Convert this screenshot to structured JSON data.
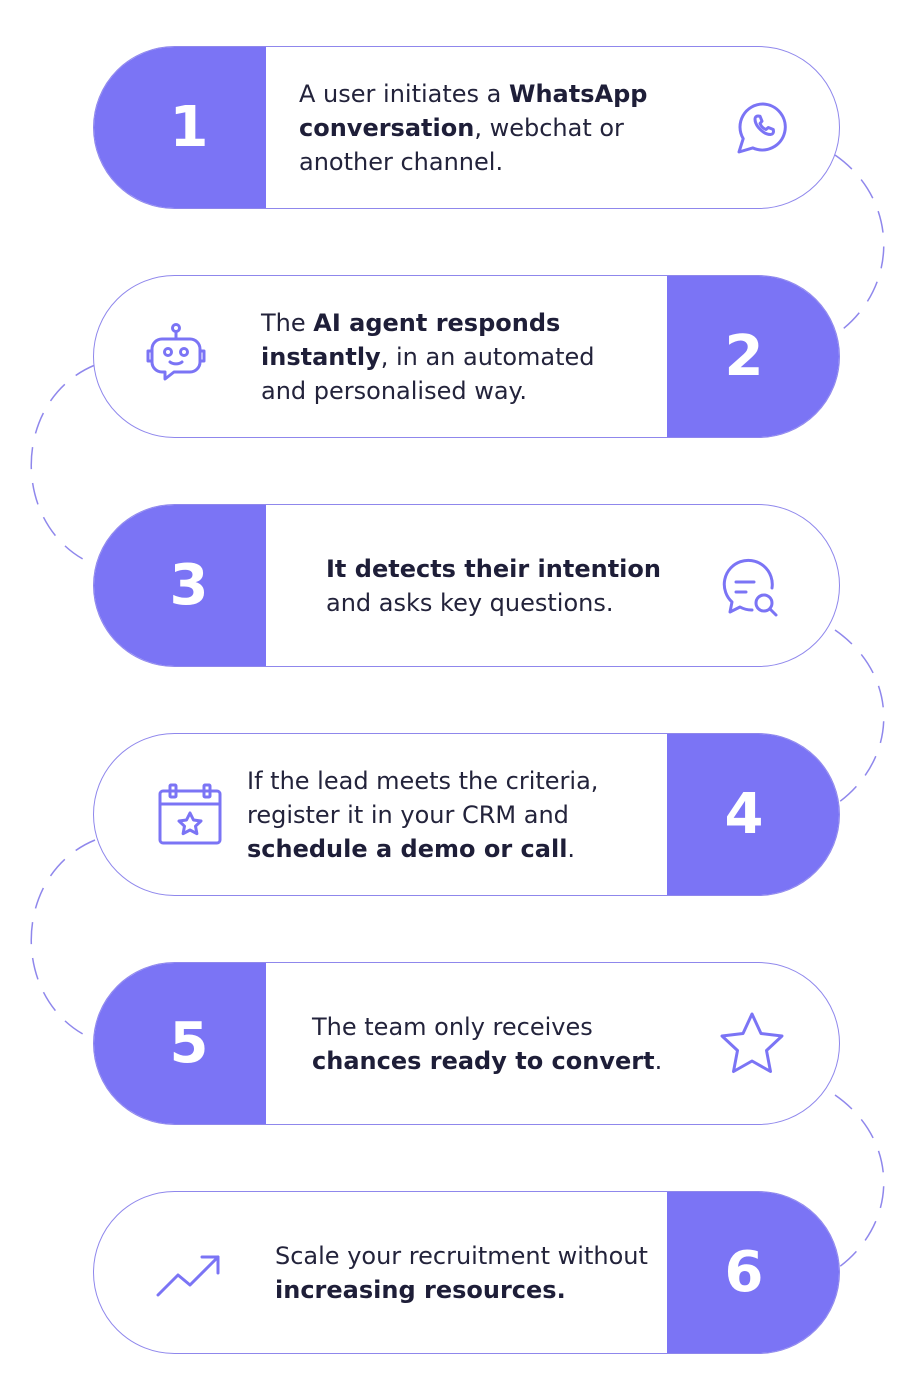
{
  "accent_color": "#7b74f5",
  "border_color": "#8f87ec",
  "steps": [
    {
      "number": "1",
      "icon": "whatsapp-icon",
      "text_a": "A user initiates a ",
      "text_b": "WhatsApp conversation",
      "text_c": ", webchat or another channel."
    },
    {
      "number": "2",
      "icon": "robot-icon",
      "text_a": "The ",
      "text_b": "AI agent responds instantly",
      "text_c": ", in an automated and personalised way."
    },
    {
      "number": "3",
      "icon": "chat-search-icon",
      "text_a": "",
      "text_b": "It detects their intention",
      "text_c": " and asks key questions."
    },
    {
      "number": "4",
      "icon": "calendar-star-icon",
      "text_a": "If the lead meets the criteria, register it in your CRM and ",
      "text_b": "schedule a demo or call",
      "text_c": "."
    },
    {
      "number": "5",
      "icon": "star-icon",
      "text_a": "The team only receives ",
      "text_b": "chances ready to convert",
      "text_c": "."
    },
    {
      "number": "6",
      "icon": "trend-up-icon",
      "text_a": "Scale your recruitment without ",
      "text_b": "increasing resources.",
      "text_c": ""
    }
  ]
}
